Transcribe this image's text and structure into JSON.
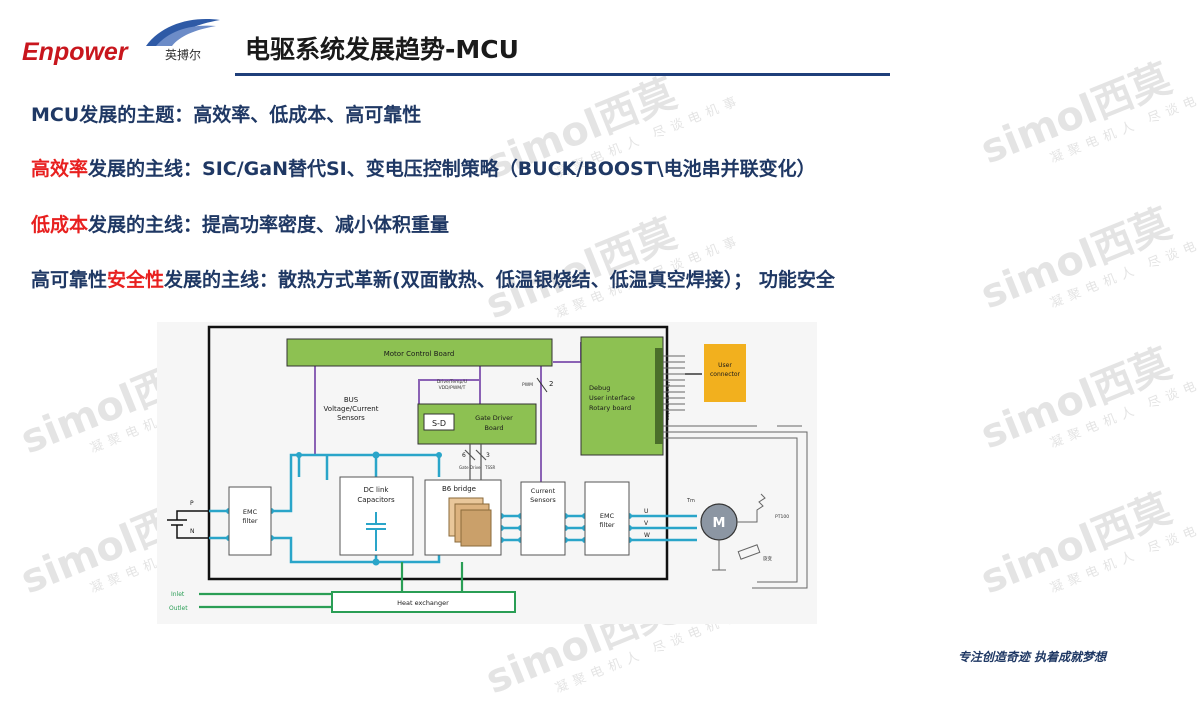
{
  "header": {
    "logo_text": "Enpower",
    "logo_cn": "英搏尔",
    "title": "电驱系统发展趋势-MCU"
  },
  "watermark": {
    "text": "simol西莫",
    "sub": "凝聚电机人 尽谈电机事"
  },
  "lines": {
    "l1": {
      "text": "MCU发展的主题：高效率、低成本、高可靠性"
    },
    "l2": {
      "hl": "高效率",
      "text": "发展的主线：SIC/GaN替代SI、变电压控制策略（BUCK/BOOST\\电池串并联变化）"
    },
    "l3": {
      "hl": "低成本",
      "text": "发展的主线：提高功率密度、减小体积重量"
    },
    "l4": {
      "pre": "高可靠性",
      "hl": "安全性",
      "text": "发展的主线：散热方式革新(双面散热、低温银烧结、低温真空焊接）； 功能安全"
    }
  },
  "diagram": {
    "motor_control_board": "Motor Control Board",
    "bus_sensors": [
      "BUS",
      "Voltage/Current",
      "Sensors"
    ],
    "drive_signals": "Drive/Temp/U",
    "drive_signals2": "VDD/PWM/T",
    "sd": "S-D",
    "gate_driver": [
      "Gate Driver",
      "Board"
    ],
    "n6": "6",
    "n3": "3",
    "gate_drive": "Gate Drive",
    "tssr": "TSSR",
    "n2": "2",
    "pwm": "PWM",
    "debug": [
      "Debug",
      "User interface",
      "Rotary board"
    ],
    "connector_label": "User connector",
    "user_connector": [
      "User",
      "connector"
    ],
    "emc_left": [
      "EMC",
      "filter"
    ],
    "dc_link": [
      "DC link",
      "Capacitors"
    ],
    "b6_bridge": "B6 bridge",
    "current_sensors": [
      "Current",
      "Sensors"
    ],
    "emc_right": [
      "EMC",
      "filter"
    ],
    "phases": [
      "U",
      "V",
      "W"
    ],
    "p": "P",
    "n": "N",
    "motor": "M",
    "tm": "Tm",
    "pt100": "PT100",
    "resolver": "旋变",
    "inlet": "Inlet",
    "outlet": "Outlet",
    "heat_exchanger": "Heat exchanger"
  },
  "footer": {
    "slogan": "专注创造奇迹  执着成就梦想"
  },
  "colors": {
    "accent": "#1f3864",
    "highlight": "#e8201f",
    "brand": "#c8161d",
    "board_green": "#8dc152",
    "bus_cyan": "#2aa5c9",
    "signal_purple": "#8b62b5",
    "coolant_green": "#2a9e55",
    "connector_yellow": "#f2b01e"
  }
}
